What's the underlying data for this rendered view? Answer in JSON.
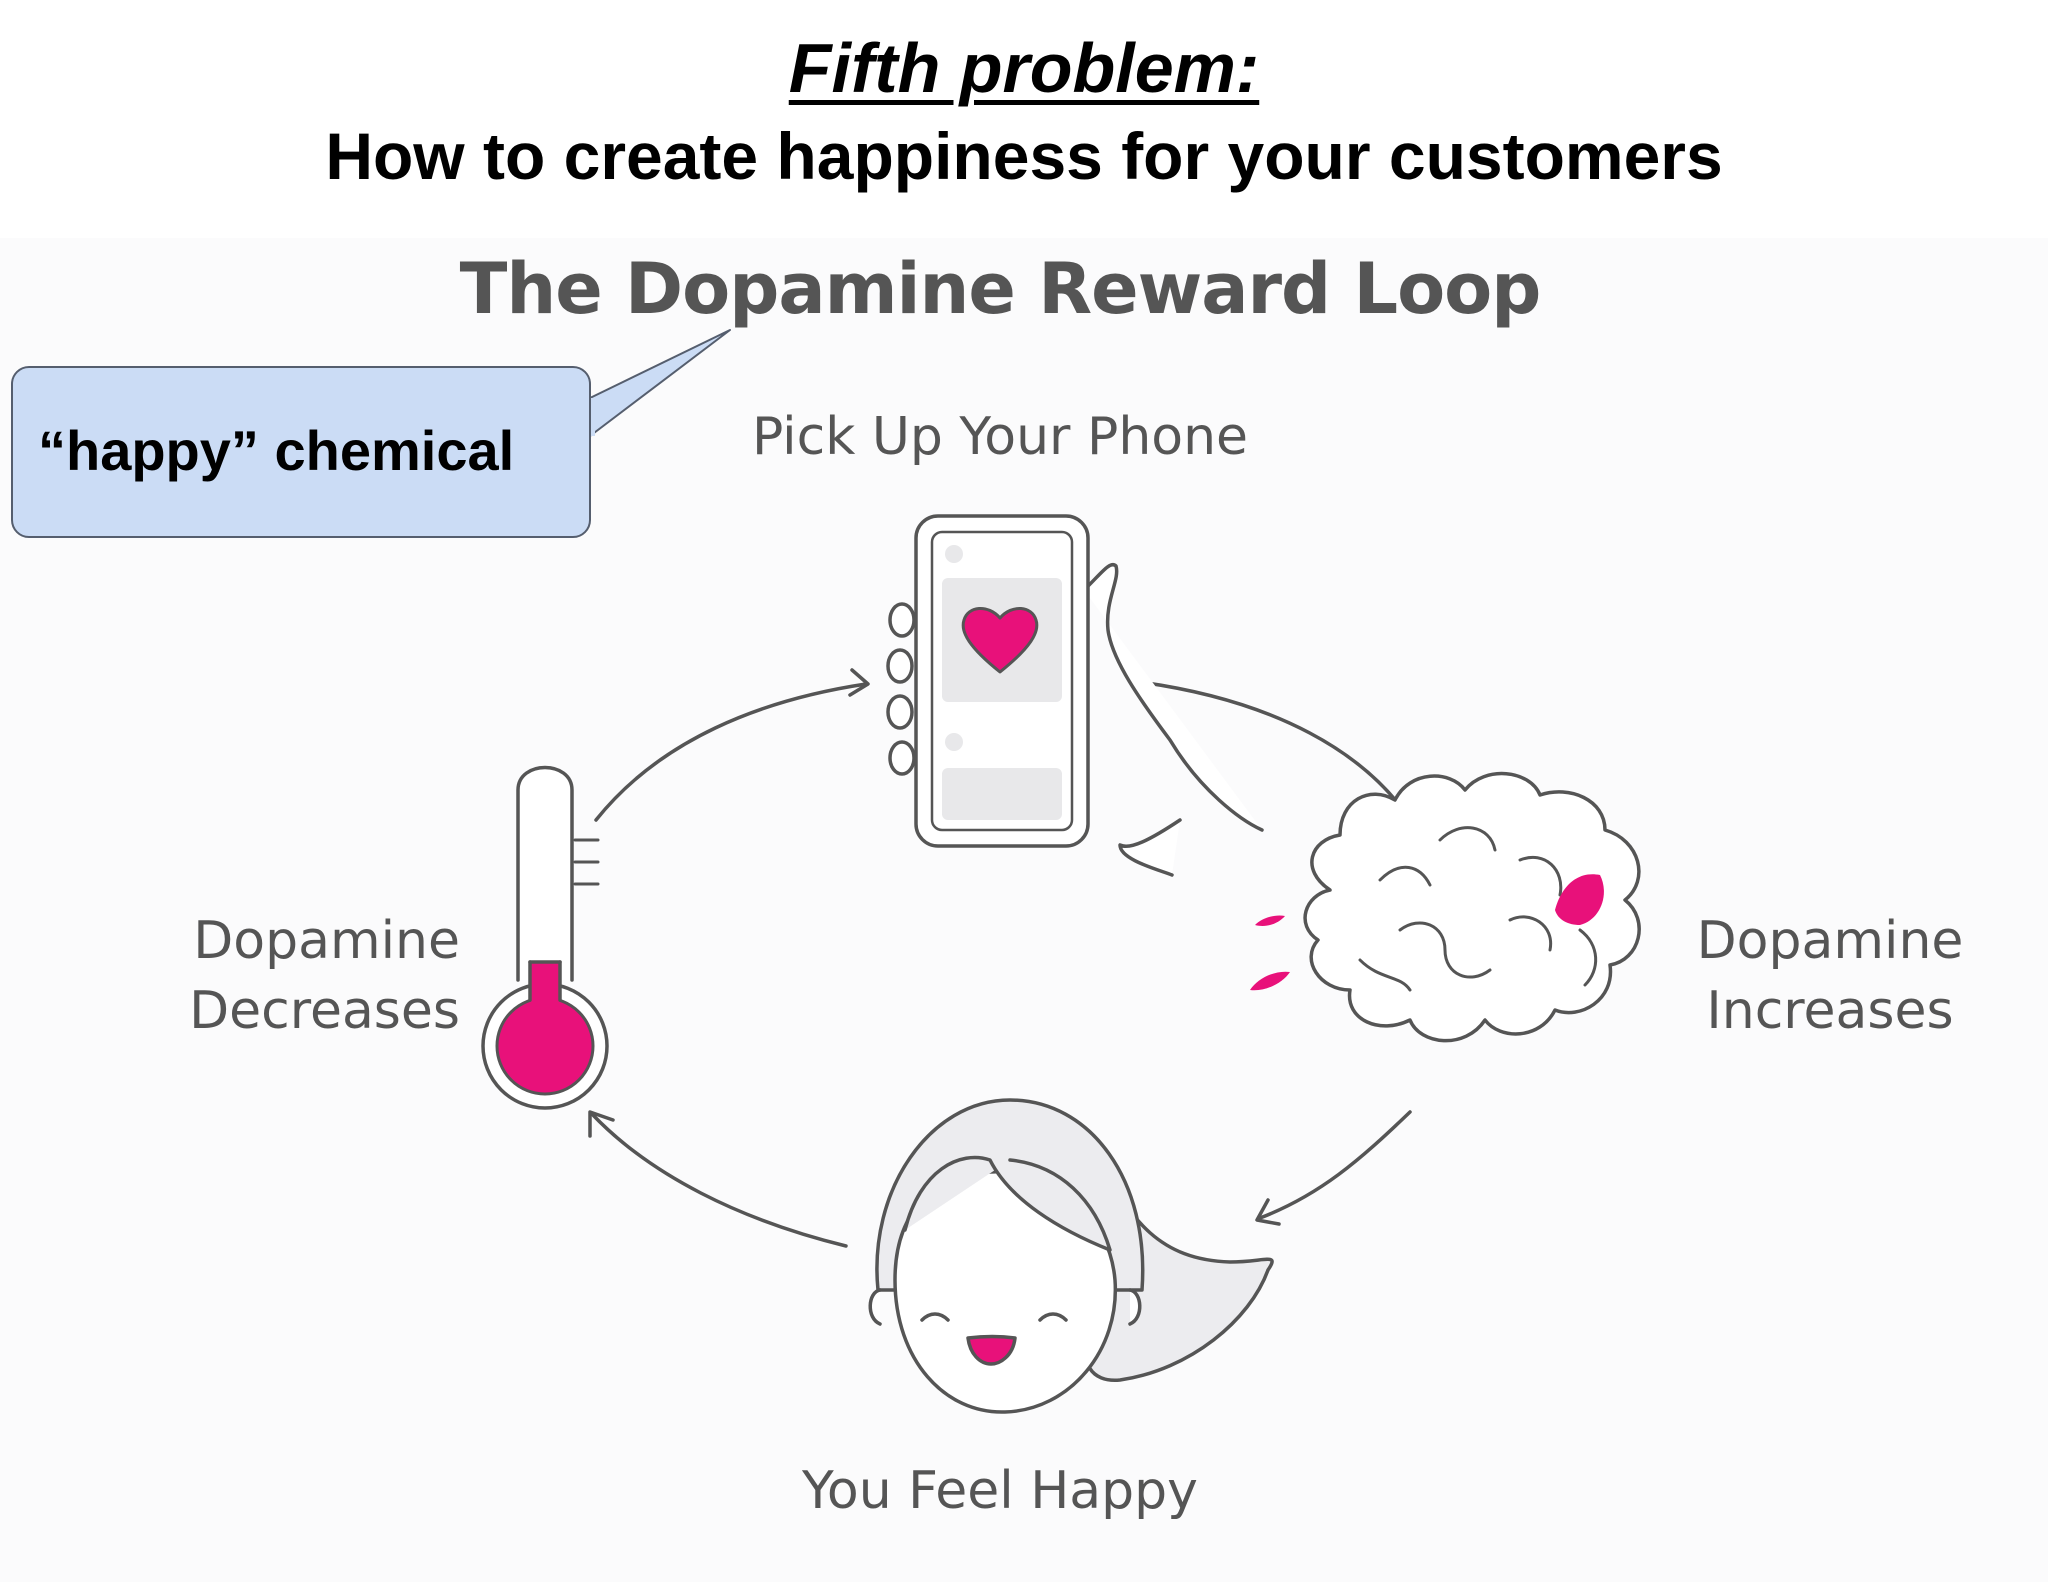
{
  "slide": {
    "heading": "Fifth problem:",
    "subheading": "How to create happiness for your customers"
  },
  "diagram": {
    "title": "The Dopamine Reward Loop",
    "stages": {
      "phone": "Pick Up Your Phone",
      "increase_line1": "Dopamine",
      "increase_line2": "Increases",
      "happy": "You Feel Happy",
      "decrease_line1": "Dopamine",
      "decrease_line2": "Decreases"
    },
    "callout": "“happy” chemical",
    "icons": [
      "phone-with-heart-icon",
      "brain-icon",
      "happy-face-icon",
      "thermometer-icon"
    ]
  },
  "colors": {
    "accent": "#e8117a",
    "line": "#555555",
    "callout_fill": "#cbdcf5"
  }
}
